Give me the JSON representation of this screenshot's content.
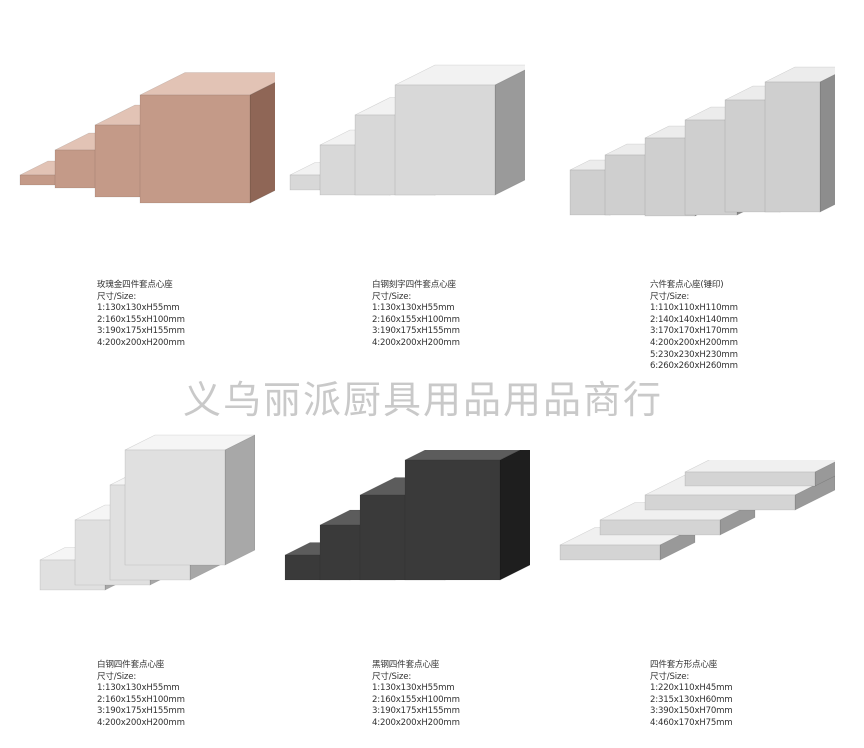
{
  "watermark": "义乌丽派厨具用品用品商行",
  "colors": {
    "rose_gold": "#b98a78",
    "mirror": "#c9c9c9",
    "black_steel": "#2e2e2e"
  },
  "products": [
    {
      "name": "玫瑰金四件套点心座",
      "size_label": "尺寸/Size:",
      "sizes": [
        "1:130x130xH55mm",
        "2:160x155xH100mm",
        "3:190x175xH155mm",
        "4:200x200xH200mm"
      ]
    },
    {
      "name": "白钢刻字四件套点心座",
      "size_label": "尺寸/Size:",
      "sizes": [
        "1:130x130xH55mm",
        "2:160x155xH100mm",
        "3:190x175xH155mm",
        "4:200x200xH200mm"
      ]
    },
    {
      "name": "六件套点心座(锤印)",
      "size_label": "尺寸/Size:",
      "sizes": [
        "1:110x110xH110mm",
        "2:140x140xH140mm",
        "3:170x170xH170mm",
        "4:200x200xH200mm",
        "5:230x230xH230mm",
        "6:260x260xH260mm"
      ]
    },
    {
      "name": "白钢四件套点心座",
      "size_label": "尺寸/Size:",
      "sizes": [
        "1:130x130xH55mm",
        "2:160x155xH100mm",
        "3:190x175xH155mm",
        "4:200x200xH200mm"
      ]
    },
    {
      "name": "黑钢四件套点心座",
      "size_label": "尺寸/Size:",
      "sizes": [
        "1:130x130xH55mm",
        "2:160x155xH100mm",
        "3:190x175xH155mm",
        "4:200x200xH200mm"
      ]
    },
    {
      "name": "四件套方形点心座",
      "size_label": "尺寸/Size:",
      "sizes": [
        "1:220x110xH45mm",
        "2:315x130xH60mm",
        "3:390x150xH70mm",
        "4:460x170xH75mm"
      ]
    }
  ]
}
